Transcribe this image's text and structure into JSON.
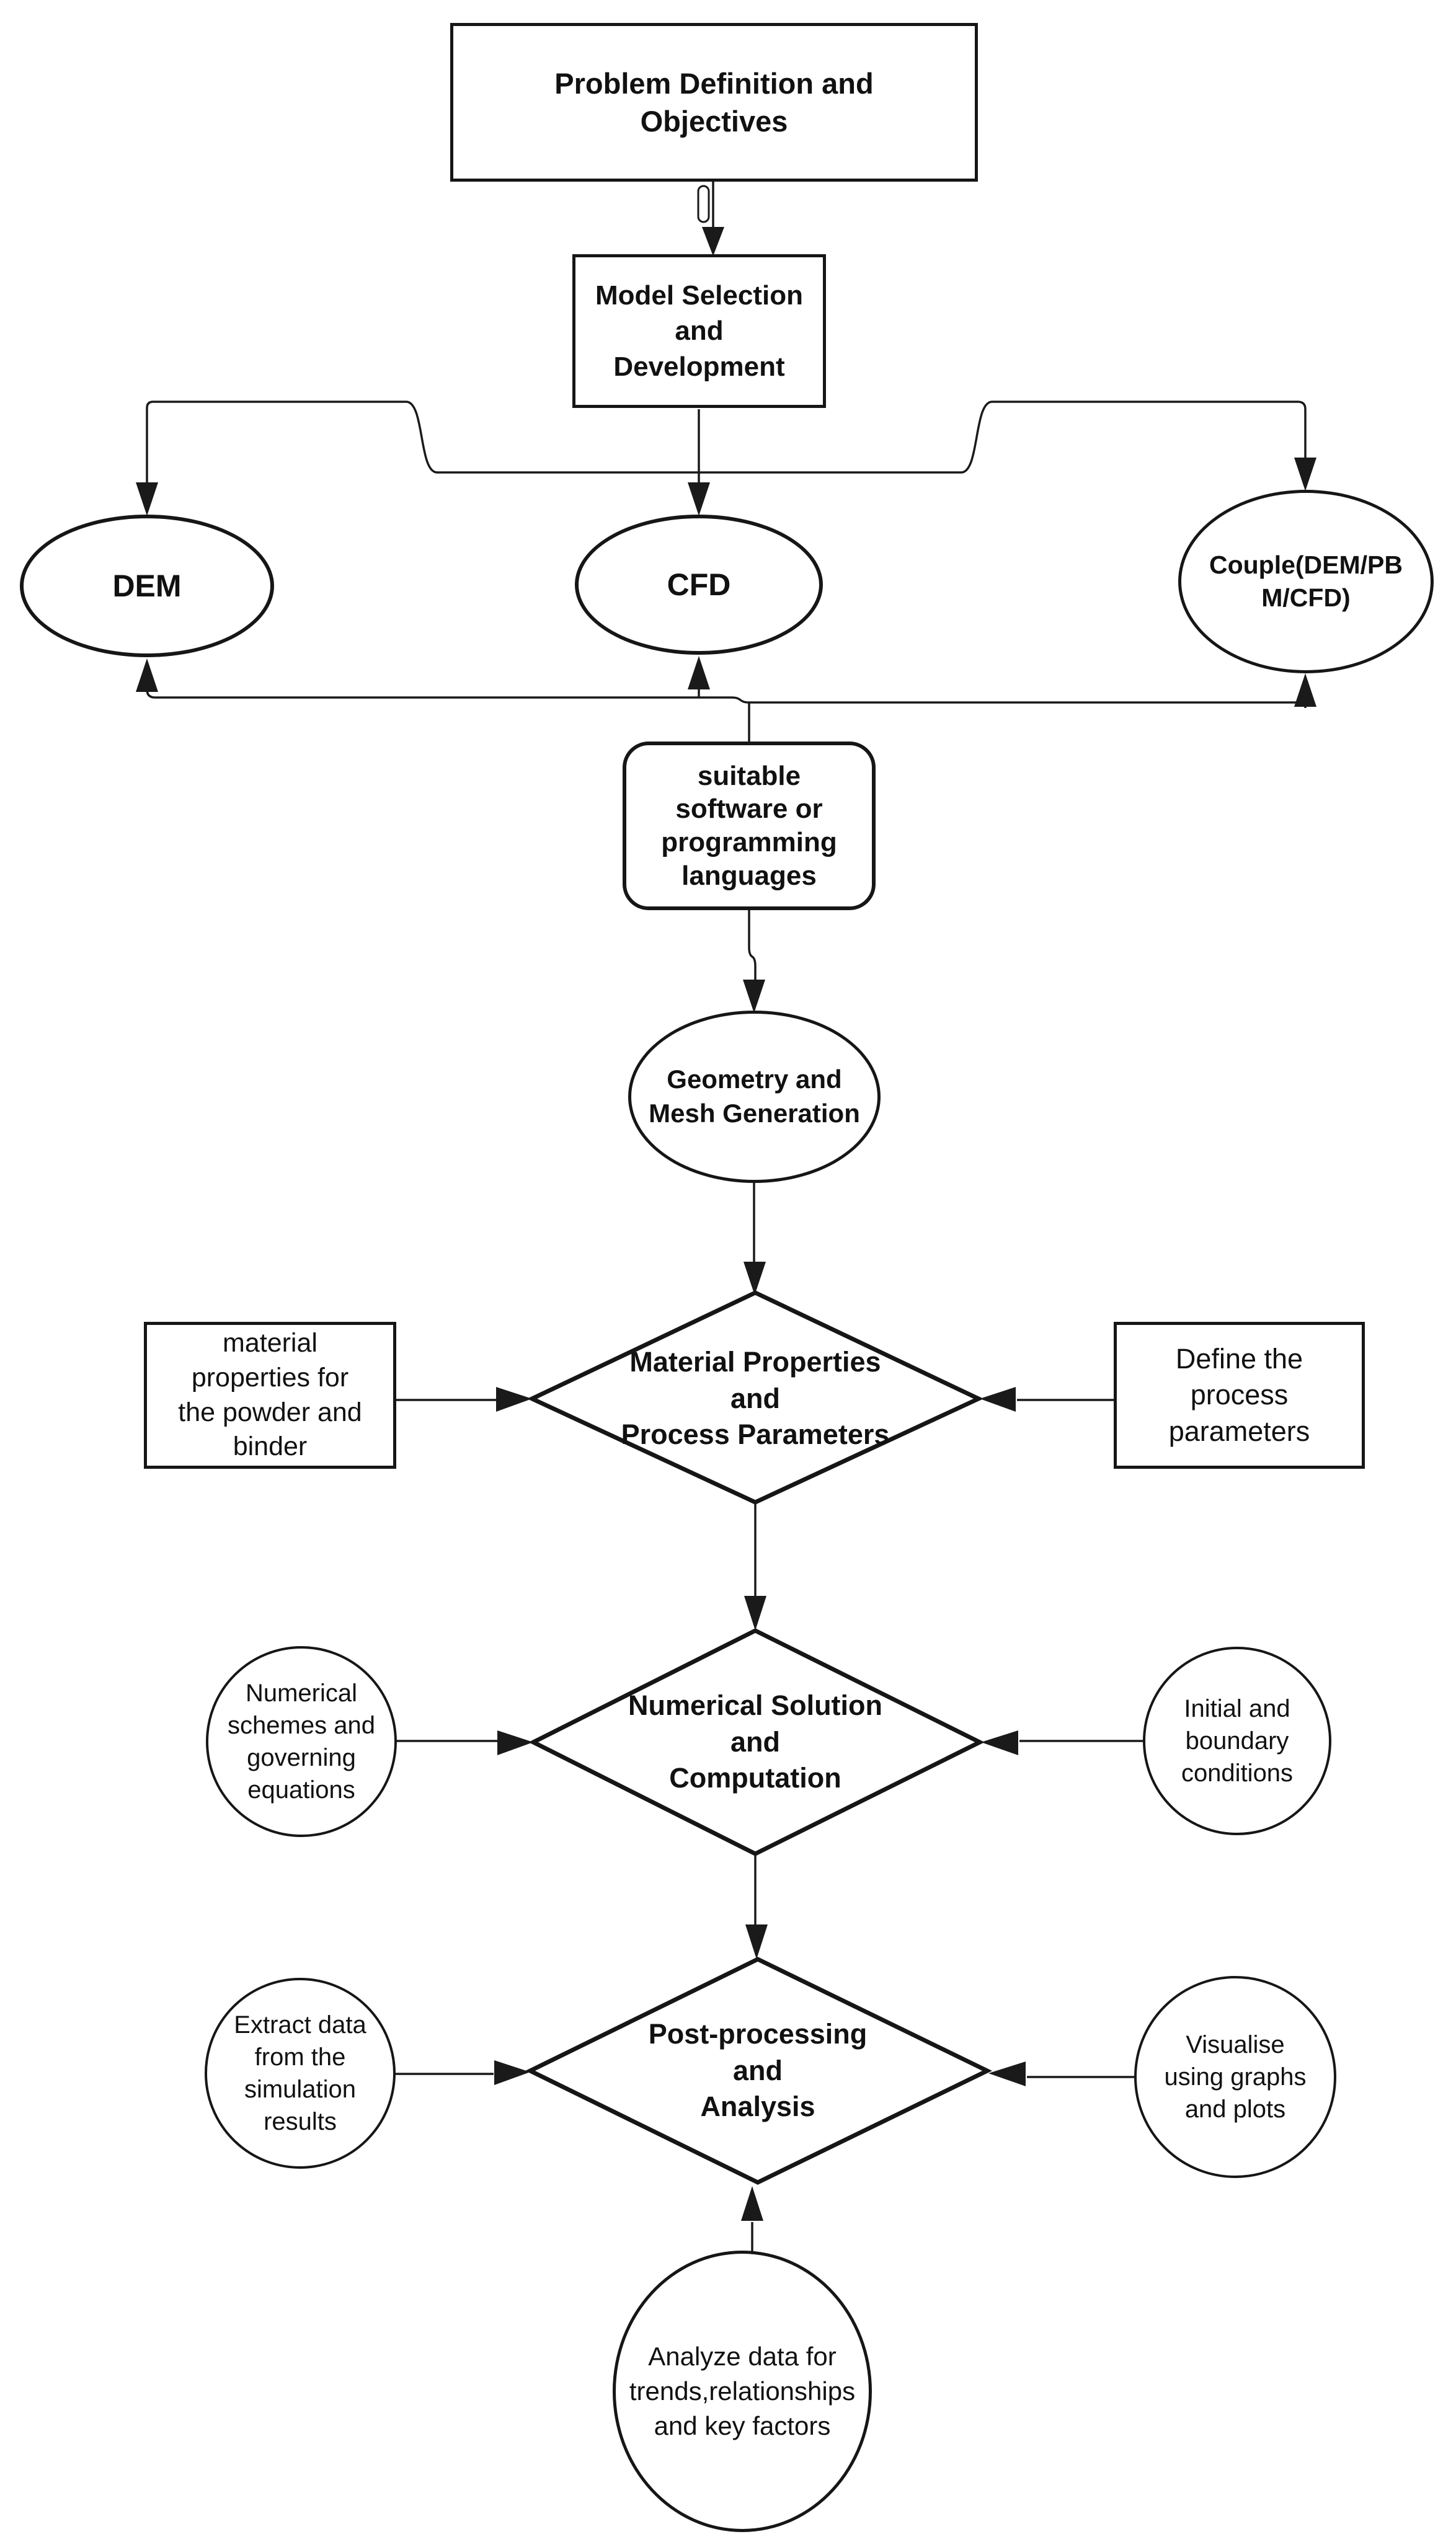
{
  "diagram": {
    "title": "Simulation workflow flowchart",
    "colors": {
      "background": "#ffffff",
      "stroke": "#1a1a1a",
      "text": "#111111"
    },
    "nodes": {
      "problem": {
        "label": "Problem Definition and\nObjectives"
      },
      "model": {
        "label": "Model Selection\nand\nDevelopment"
      },
      "dem": {
        "label": "DEM"
      },
      "cfd": {
        "label": "CFD"
      },
      "couple": {
        "label": "Couple(DEM/PB\nM/CFD)"
      },
      "software": {
        "label": "suitable\nsoftware or\nprogramming\nlanguages"
      },
      "geometry": {
        "label": "Geometry and\nMesh Generation"
      },
      "material_diamond": {
        "label": "Material Properties\nand\nProcess Parameters"
      },
      "material_left": {
        "label": "material\nproperties for\nthe powder and\nbinder"
      },
      "material_right": {
        "label": "Define the\nprocess\nparameters"
      },
      "numerical_diamond": {
        "label": "Numerical Solution\nand\nComputation"
      },
      "numerical_left": {
        "label": "Numerical\nschemes and\ngoverning\nequations"
      },
      "numerical_right": {
        "label": "Initial and\nboundary\nconditions"
      },
      "post_diamond": {
        "label": "Post-processing\nand\nAnalysis"
      },
      "post_left": {
        "label": "Extract data\nfrom the\nsimulation\nresults"
      },
      "post_right": {
        "label": "Visualise\nusing graphs\nand plots"
      },
      "analyze": {
        "label": "Analyze data for\ntrends,relationships\nand key factors"
      }
    }
  }
}
